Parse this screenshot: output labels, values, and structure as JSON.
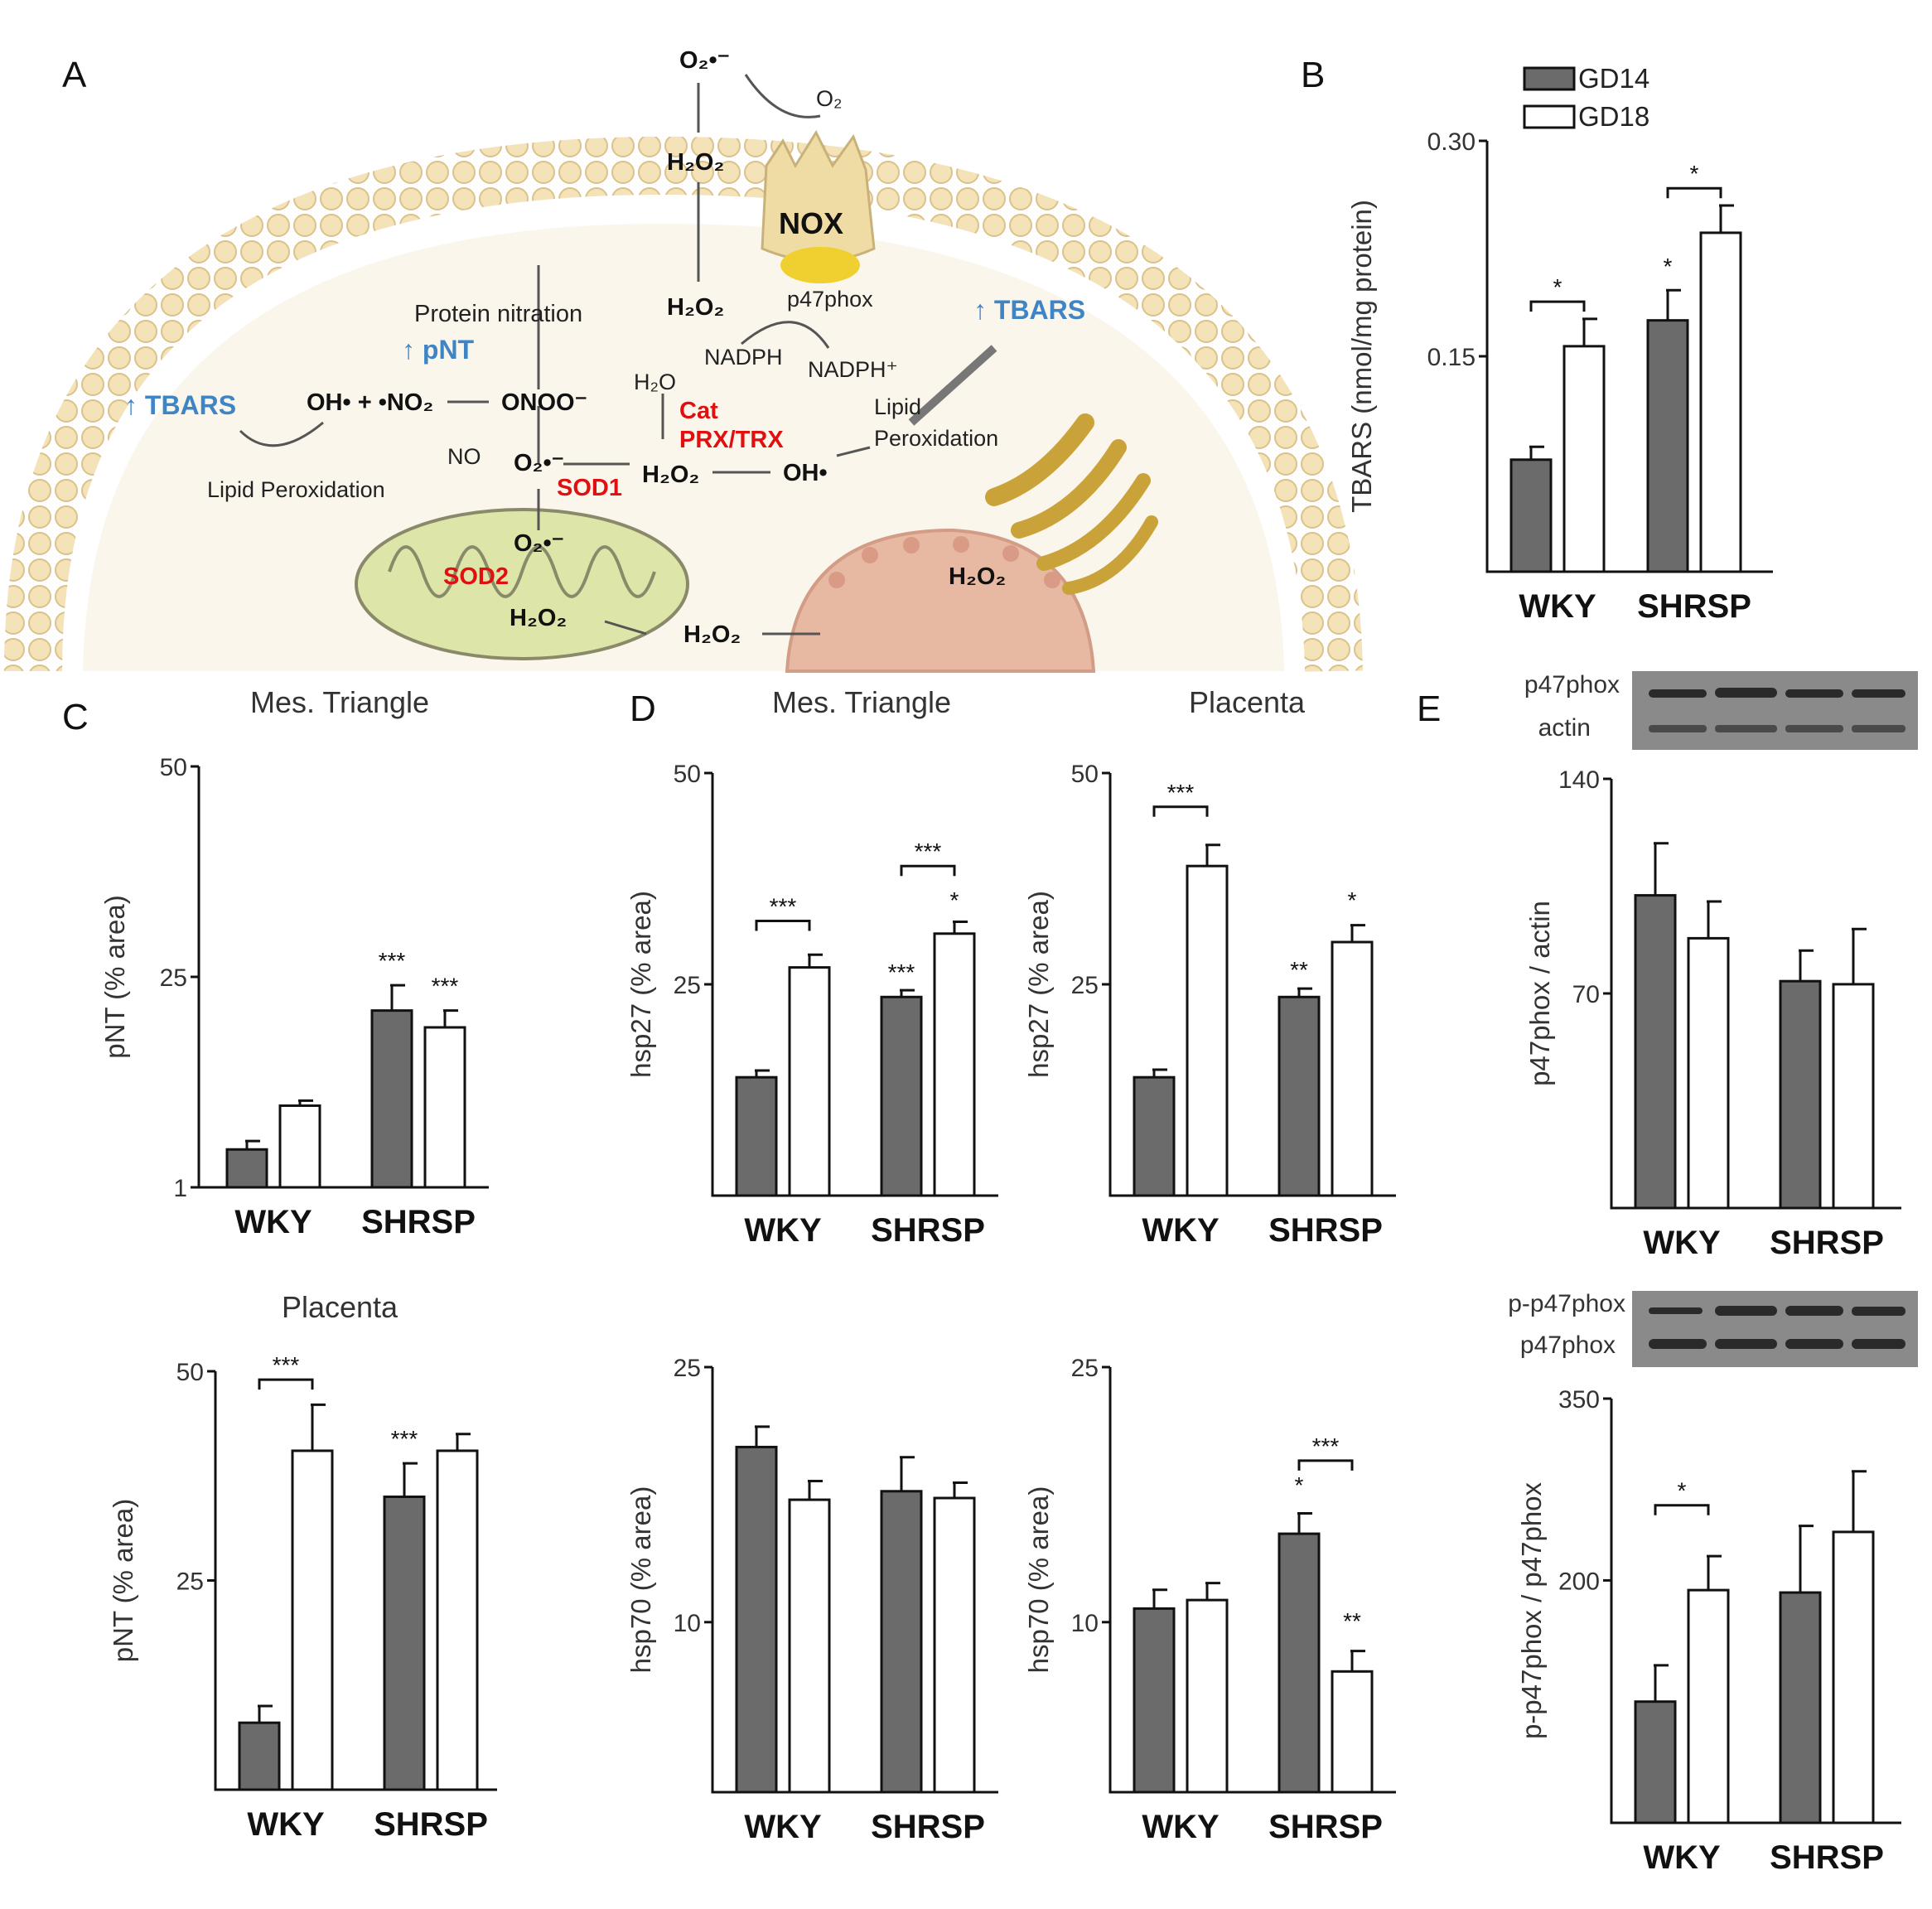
{
  "panel_letters": [
    "A",
    "B",
    "C",
    "D",
    "E"
  ],
  "legend": [
    {
      "label": "GD14",
      "color": "#6b6b6b"
    },
    {
      "label": "GD18",
      "color": "#ffffff"
    }
  ],
  "diagram": {
    "labels": {
      "o2_radical_top": "O₂•⁻",
      "o2_top": "O₂",
      "h2o2_top": "H₂O₂",
      "nox": "NOX",
      "h2o2_mid": "H₂O₂",
      "p47phox": "p47phox",
      "nadph": "NADPH",
      "nadph_plus": "NADPH⁺",
      "protein_nitration": "Protein nitration",
      "pnt": "↑ pNT",
      "tbars_left": "↑ TBARS",
      "tbars_right": "↑ TBARS",
      "oh_no2": "OH• + •NO₂",
      "onoo": "ONOO⁻",
      "h2o": "H₂O",
      "cat": "Cat",
      "prx_trx": "PRX/TRX",
      "lipid": "Lipid",
      "peroxidation": "Peroxidation",
      "no": "NO",
      "o2_radical_mid": "O₂•⁻",
      "sod1": "SOD1",
      "h2o2_sod1": "H₂O₂",
      "oh": "OH•",
      "lipid_peroxidation": "Lipid Peroxidation",
      "o2_radical_mito": "O₂•⁻",
      "sod2": "SOD2",
      "h2o2_mito": "H₂O₂",
      "h2o2_out": "H₂O₂",
      "h2o2_er": "H₂O₂"
    }
  },
  "blots": {
    "top": {
      "labels": [
        "p47phox",
        "actin"
      ]
    },
    "bottom": {
      "labels": [
        "p-p47phox",
        "p47phox"
      ]
    }
  },
  "chart_data": [
    {
      "id": "B",
      "type": "bar",
      "title": "",
      "ylabel": "TBARS (nmol/mg protein)",
      "ylim": [
        0,
        0.3
      ],
      "yticks": [
        "0.30",
        "0.15"
      ],
      "yticks_values": [
        0.3,
        0.15
      ],
      "categories": [
        "WKY",
        "SHRSP"
      ],
      "series": [
        {
          "name": "GD14",
          "values": [
            0.078,
            0.175
          ],
          "errors": [
            0.009,
            0.021
          ]
        },
        {
          "name": "GD18",
          "values": [
            0.157,
            0.236
          ],
          "errors": [
            0.019,
            0.019
          ]
        }
      ],
      "annotations": [
        {
          "type": "bracket",
          "group": 0,
          "label": "*",
          "y": 0.188
        },
        {
          "type": "bracket",
          "group": 1,
          "label": "*",
          "y": 0.267
        },
        {
          "type": "star",
          "group": 1,
          "series": 0,
          "label": "*",
          "y": 0.207
        }
      ]
    },
    {
      "id": "C-top",
      "type": "bar",
      "title": "Mes. Triangle",
      "ylabel": "pNT (% area)",
      "ylim": [
        0,
        50
      ],
      "yticks": [
        "50",
        "25",
        "1"
      ],
      "yticks_values": [
        50,
        25,
        0
      ],
      "categories": [
        "WKY",
        "SHRSP"
      ],
      "series": [
        {
          "name": "GD14",
          "values": [
            4.5,
            21
          ],
          "errors": [
            1.0,
            3.0
          ]
        },
        {
          "name": "GD18",
          "values": [
            9.7,
            19
          ],
          "errors": [
            0.6,
            2.0
          ]
        }
      ],
      "annotations": [
        {
          "type": "star",
          "group": 1,
          "series": 0,
          "label": "***",
          "y": 26
        },
        {
          "type": "star",
          "group": 1,
          "series": 1,
          "label": "***",
          "y": 23
        }
      ]
    },
    {
      "id": "C-bottom",
      "type": "bar",
      "title": "Placenta",
      "ylabel": "pNT (% area)",
      "ylim": [
        0,
        50
      ],
      "yticks": [
        "50",
        "25"
      ],
      "yticks_values": [
        50,
        25
      ],
      "categories": [
        "WKY",
        "SHRSP"
      ],
      "series": [
        {
          "name": "GD14",
          "values": [
            8,
            35
          ],
          "errors": [
            2.0,
            4.0
          ]
        },
        {
          "name": "GD18",
          "values": [
            40.5,
            40.5
          ],
          "errors": [
            5.5,
            2.0
          ]
        }
      ],
      "annotations": [
        {
          "type": "bracket",
          "group": 0,
          "label": "***",
          "y": 49
        },
        {
          "type": "star",
          "group": 1,
          "series": 0,
          "label": "***",
          "y": 41
        }
      ]
    },
    {
      "id": "D-top-left",
      "type": "bar",
      "title": "Mes. Triangle",
      "ylabel": "hsp27 (% area)",
      "ylim": [
        0,
        50
      ],
      "yticks": [
        "50",
        "25"
      ],
      "yticks_values": [
        50,
        25
      ],
      "categories": [
        "WKY",
        "SHRSP"
      ],
      "series": [
        {
          "name": "GD14",
          "values": [
            14,
            23.5
          ],
          "errors": [
            0.8,
            0.8
          ]
        },
        {
          "name": "GD18",
          "values": [
            27,
            31
          ],
          "errors": [
            1.5,
            1.4
          ]
        }
      ],
      "annotations": [
        {
          "type": "bracket",
          "group": 0,
          "label": "***",
          "y": 32.5
        },
        {
          "type": "bracket",
          "group": 1,
          "label": "***",
          "y": 39
        },
        {
          "type": "star",
          "group": 1,
          "series": 0,
          "label": "***",
          "y": 25.5
        },
        {
          "type": "star",
          "group": 1,
          "series": 1,
          "label": "*",
          "y": 34
        }
      ]
    },
    {
      "id": "D-top-right",
      "type": "bar",
      "title": "Placenta",
      "ylabel": "hsp27 (% area)",
      "ylim": [
        0,
        50
      ],
      "yticks": [
        "50",
        "25"
      ],
      "yticks_values": [
        50,
        25
      ],
      "categories": [
        "WKY",
        "SHRSP"
      ],
      "series": [
        {
          "name": "GD14",
          "values": [
            14,
            23.5
          ],
          "errors": [
            0.9,
            1.0
          ]
        },
        {
          "name": "GD18",
          "values": [
            39,
            30
          ],
          "errors": [
            2.5,
            2.0
          ]
        }
      ],
      "annotations": [
        {
          "type": "bracket",
          "group": 0,
          "label": "***",
          "y": 46
        },
        {
          "type": "star",
          "group": 1,
          "series": 0,
          "label": "**",
          "y": 25.8
        },
        {
          "type": "star",
          "group": 1,
          "series": 1,
          "label": "*",
          "y": 34
        }
      ]
    },
    {
      "id": "D-bottom-left",
      "type": "bar",
      "title": "",
      "ylabel": "hsp70 (% area)",
      "ylim": [
        0,
        25
      ],
      "yticks": [
        "25",
        "10"
      ],
      "yticks_values": [
        25,
        10
      ],
      "categories": [
        "WKY",
        "SHRSP"
      ],
      "series": [
        {
          "name": "GD14",
          "values": [
            20.3,
            17.7
          ],
          "errors": [
            1.2,
            2.0
          ]
        },
        {
          "name": "GD18",
          "values": [
            17.2,
            17.3
          ],
          "errors": [
            1.1,
            0.9
          ]
        }
      ],
      "annotations": []
    },
    {
      "id": "D-bottom-right",
      "type": "bar",
      "title": "",
      "ylabel": "hsp70 (% area)",
      "ylim": [
        0,
        25
      ],
      "yticks": [
        "25",
        "10"
      ],
      "yticks_values": [
        25,
        10
      ],
      "categories": [
        "WKY",
        "SHRSP"
      ],
      "series": [
        {
          "name": "GD14",
          "values": [
            10.8,
            15.2
          ],
          "errors": [
            1.1,
            1.2
          ]
        },
        {
          "name": "GD18",
          "values": [
            11.3,
            7.1
          ],
          "errors": [
            1.0,
            1.2
          ]
        }
      ],
      "annotations": [
        {
          "type": "bracket",
          "group": 1,
          "label": "***",
          "y": 19.5
        },
        {
          "type": "star",
          "group": 1,
          "series": 0,
          "label": "*",
          "y": 17.6
        },
        {
          "type": "star",
          "group": 1,
          "series": 1,
          "label": "**",
          "y": 9.6
        }
      ]
    },
    {
      "id": "E-top",
      "type": "bar",
      "title": "",
      "ylabel": "p47phox / actin",
      "ylim": [
        0,
        140
      ],
      "yticks": [
        "140",
        "70"
      ],
      "yticks_values": [
        140,
        70
      ],
      "categories": [
        "WKY",
        "SHRSP"
      ],
      "series": [
        {
          "name": "GD14",
          "values": [
            102,
            74
          ],
          "errors": [
            17,
            10
          ]
        },
        {
          "name": "GD18",
          "values": [
            88,
            73
          ],
          "errors": [
            12,
            18
          ]
        }
      ],
      "annotations": []
    },
    {
      "id": "E-bottom",
      "type": "bar",
      "title": "",
      "ylabel": "p-p47phox / p47phox",
      "ylim": [
        0,
        350
      ],
      "yticks": [
        "350",
        "200"
      ],
      "yticks_values": [
        350,
        200
      ],
      "categories": [
        "WKY",
        "SHRSP"
      ],
      "series": [
        {
          "name": "GD14",
          "values": [
            100,
            190
          ],
          "errors": [
            30,
            55
          ]
        },
        {
          "name": "GD18",
          "values": [
            192,
            240
          ],
          "errors": [
            28,
            50
          ]
        }
      ],
      "annotations": [
        {
          "type": "bracket",
          "group": 0,
          "label": "*",
          "y": 262
        }
      ]
    }
  ]
}
